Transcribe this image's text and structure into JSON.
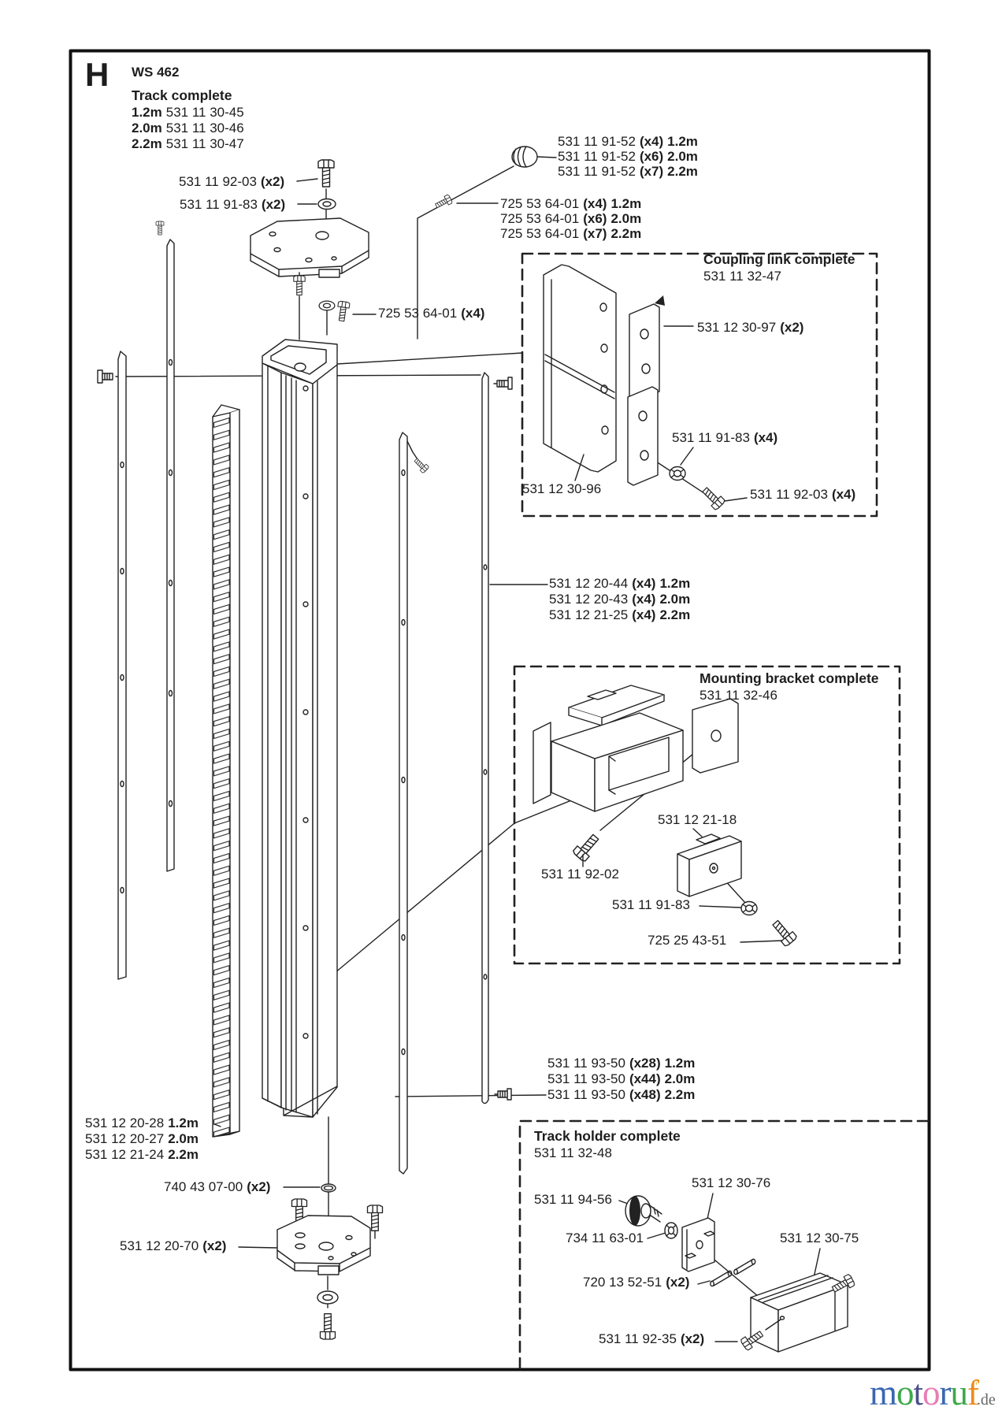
{
  "page": {
    "bg": "#ffffff",
    "ink": "#1d1d1d",
    "border_color": "#111111"
  },
  "header": {
    "section_letter": "H",
    "model": "WS 462",
    "title": "Track complete",
    "variants": [
      {
        "size": "1.2m",
        "part": "531 11 30-45"
      },
      {
        "size": "2.0m",
        "part": "531 11 30-46"
      },
      {
        "size": "2.2m",
        "part": "531 11 30-47"
      }
    ]
  },
  "labels": {
    "bolt_top": {
      "part": "531 11 92-03",
      "qty": "(x2)"
    },
    "washer_top": {
      "part": "531 11 91-83",
      "qty": "(x2)"
    },
    "plugs": [
      {
        "part": "531 11 91-52",
        "qty": "(x4)",
        "size": "1.2m"
      },
      {
        "part": "531 11 91-52",
        "qty": "(x6)",
        "size": "2.0m"
      },
      {
        "part": "531 11 91-52",
        "qty": "(x7)",
        "size": "2.2m"
      }
    ],
    "screws_top": [
      {
        "part": "725 53 64-01",
        "qty": "(x4)",
        "size": "1.2m"
      },
      {
        "part": "725 53 64-01",
        "qty": "(x6)",
        "size": "2.0m"
      },
      {
        "part": "725 53 64-01",
        "qty": "(x7)",
        "size": "2.2m"
      }
    ],
    "screw_plate": {
      "part": "725 53 64-01",
      "qty": "(x4)"
    },
    "strips": [
      {
        "part": "531 12 20-44",
        "qty": "(x4)",
        "size": "1.2m"
      },
      {
        "part": "531 12 20-43",
        "qty": "(x4)",
        "size": "2.0m"
      },
      {
        "part": "531 12 21-25",
        "qty": "(x4)",
        "size": "2.2m"
      }
    ],
    "strip_screws": [
      {
        "part": "531 11 93-50",
        "qty": "(x28)",
        "size": "1.2m"
      },
      {
        "part": "531 11 93-50",
        "qty": "(x44)",
        "size": "2.0m"
      },
      {
        "part": "531 11 93-50",
        "qty": "(x48)",
        "size": "2.2m"
      }
    ],
    "racks": [
      {
        "part": "531 12 20-28",
        "size": "1.2m"
      },
      {
        "part": "531 12 20-27",
        "size": "2.0m"
      },
      {
        "part": "531 12 21-24",
        "size": "2.2m"
      }
    ],
    "oring": {
      "part": "740 43 07-00",
      "qty": "(x2)"
    },
    "end_plate": {
      "part": "531 12 20-70",
      "qty": "(x2)"
    }
  },
  "coupling_box": {
    "title": "Coupling link complete",
    "part": "531 11 32-47",
    "labels": {
      "link_plate": {
        "part": "531 12 30-97",
        "qty": "(x2)"
      },
      "washer": {
        "part": "531 11 91-83",
        "qty": "(x4)"
      },
      "bolt": {
        "part": "531 11 92-03",
        "qty": "(x4)"
      },
      "base_plate": {
        "part": "531 12 30-96"
      }
    }
  },
  "mounting_box": {
    "title": "Mounting bracket complete",
    "part": "531 11 32-46",
    "labels": {
      "wedge": {
        "part": "531 12 21-18"
      },
      "bolt": {
        "part": "531 11 92-02"
      },
      "washer": {
        "part": "531 11 91-83"
      },
      "screw": {
        "part": "725 25 43-51"
      }
    }
  },
  "holder_box": {
    "title": "Track holder complete",
    "part": "531 11 32-48",
    "labels": {
      "knob": {
        "part": "531 11 94-56"
      },
      "plate": {
        "part": "531 12 30-76"
      },
      "washer": {
        "part": "734 11 63-01"
      },
      "block": {
        "part": "531 12 30-75"
      },
      "pins": {
        "part": "720 13 52-51",
        "qty": "(x2)"
      },
      "screws": {
        "part": "531 11 92-35",
        "qty": "(x2)"
      }
    }
  },
  "logo": {
    "letters": [
      {
        "t": "m",
        "c": "#3a67b2"
      },
      {
        "t": "o",
        "c": "#3fa94a"
      },
      {
        "t": "t",
        "c": "#4a4f8c"
      },
      {
        "t": "o",
        "c": "#e87db5"
      },
      {
        "t": "r",
        "c": "#3a67b2"
      },
      {
        "t": "u",
        "c": "#3fa94a"
      },
      {
        "t": "f",
        "c": "#ef8a1d"
      }
    ],
    "tick": "'",
    "tick_color": "#e3bb2e",
    "suffix": ".de",
    "suffix_color": "#666666"
  }
}
